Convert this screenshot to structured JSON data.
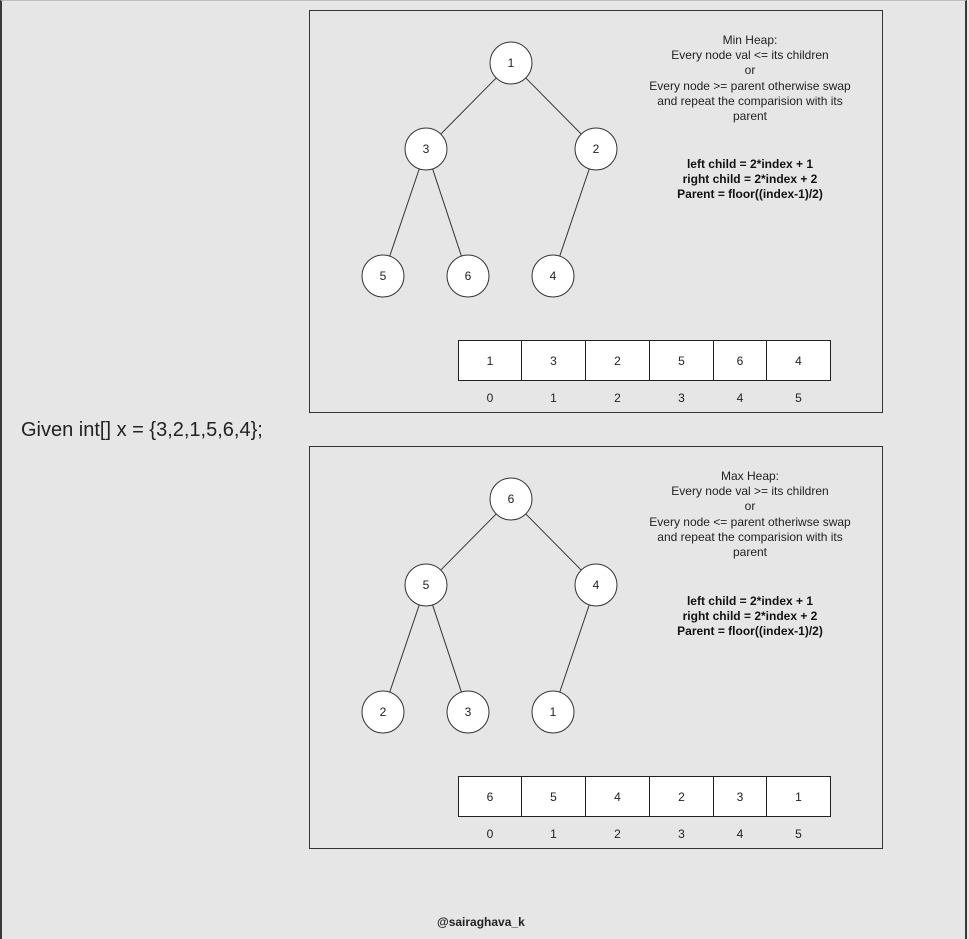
{
  "given_text": "Given int[] x = {3,2,1,5,6,4};",
  "credit": "@sairaghava_k",
  "min_heap": {
    "description": [
      "Min Heap:",
      "Every node val <= its children",
      "or",
      "Every node >= parent otherwise swap",
      "and repeat the comparision with its",
      "parent"
    ],
    "formulas": [
      "left child = 2*index + 1",
      "right child = 2*index + 2",
      "Parent = floor((index-1)/2)"
    ],
    "array": [
      "1",
      "3",
      "2",
      "5",
      "6",
      "4"
    ],
    "indices": [
      "0",
      "1",
      "2",
      "3",
      "4",
      "5"
    ]
  },
  "max_heap": {
    "description": [
      "Max Heap:",
      "Every node val >= its children",
      "or",
      "Every node <= parent otheriwse swap",
      "and repeat the comparision with its",
      "parent"
    ],
    "formulas": [
      "left child = 2*index + 1",
      "right child = 2*index + 2",
      "Parent = floor((index-1)/2)"
    ],
    "array": [
      "6",
      "5",
      "4",
      "2",
      "3",
      "1"
    ],
    "indices": [
      "0",
      "1",
      "2",
      "3",
      "4",
      "5"
    ]
  }
}
